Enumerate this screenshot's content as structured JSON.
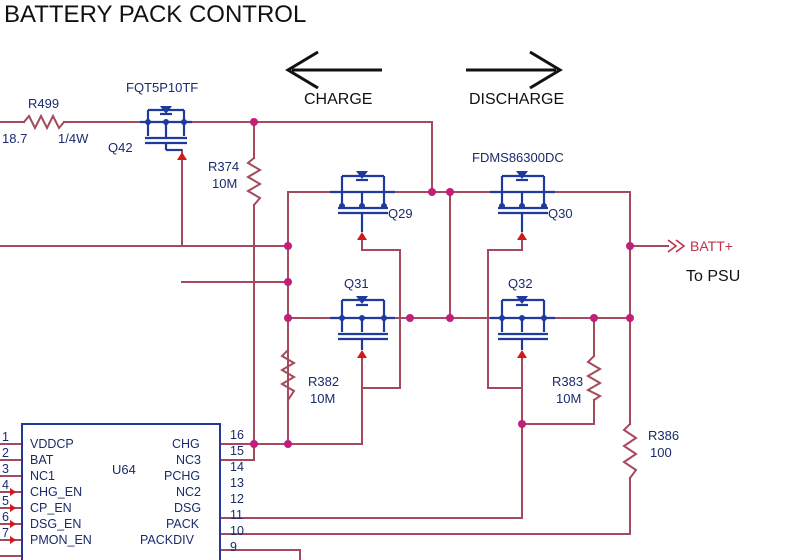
{
  "title": "BATTERY PACK CONTROL",
  "arrows": {
    "charge": "CHARGE",
    "discharge": "DISCHARGE"
  },
  "components": {
    "r499": {
      "ref": "R499",
      "value": "18.7",
      "power": "1/4W"
    },
    "q42": {
      "ref": "Q42",
      "part": "FQT5P10TF"
    },
    "r374": {
      "ref": "R374",
      "value": "10M"
    },
    "q29": {
      "ref": "Q29"
    },
    "q30": {
      "ref": "Q30",
      "part": "FDMS86300DC"
    },
    "q31": {
      "ref": "Q31"
    },
    "q32": {
      "ref": "Q32"
    },
    "r382": {
      "ref": "R382",
      "value": "10M"
    },
    "r383": {
      "ref": "R383",
      "value": "10M"
    },
    "r386": {
      "ref": "R386",
      "value": "100"
    }
  },
  "output": {
    "net": "BATT+",
    "note": "To PSU"
  },
  "u64": {
    "ref": "U64",
    "left_pins": [
      {
        "num": "1",
        "name": "VDDCP"
      },
      {
        "num": "2",
        "name": "BAT"
      },
      {
        "num": "3",
        "name": "NC1"
      },
      {
        "num": "4",
        "name": "CHG_EN"
      },
      {
        "num": "5",
        "name": "CP_EN"
      },
      {
        "num": "6",
        "name": "DSG_EN"
      },
      {
        "num": "7",
        "name": "PMON_EN"
      }
    ],
    "right_pins": [
      {
        "num": "16",
        "name": "CHG"
      },
      {
        "num": "15",
        "name": "NC3"
      },
      {
        "num": "14",
        "name": "PCHG"
      },
      {
        "num": "13",
        "name": "NC2"
      },
      {
        "num": "12",
        "name": "DSG"
      },
      {
        "num": "11",
        "name": "PACK"
      },
      {
        "num": "10",
        "name": "PACKDIV"
      },
      {
        "num": "9",
        "name": ""
      }
    ]
  }
}
